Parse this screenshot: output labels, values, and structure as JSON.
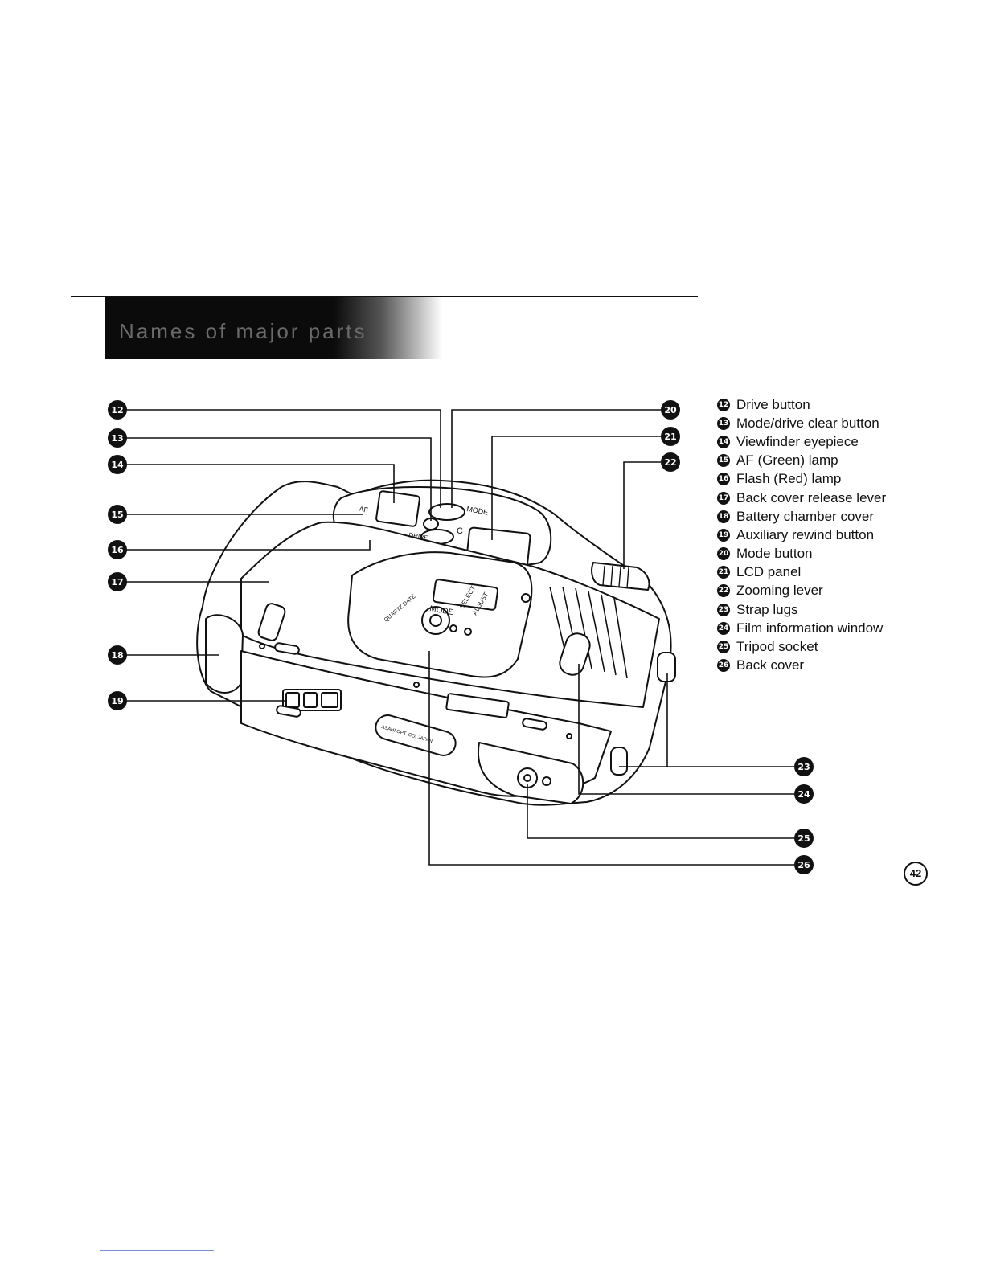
{
  "section_title": "Names of major parts",
  "page_number": "42",
  "parts": [
    {
      "num": "12",
      "label": "Drive button"
    },
    {
      "num": "13",
      "label": "Mode/drive clear button"
    },
    {
      "num": "14",
      "label": "Viewfinder eyepiece"
    },
    {
      "num": "15",
      "label": "AF (Green) lamp"
    },
    {
      "num": "16",
      "label": "Flash (Red) lamp"
    },
    {
      "num": "17",
      "label": "Back cover release lever"
    },
    {
      "num": "18",
      "label": "Battery chamber cover"
    },
    {
      "num": "19",
      "label": "Auxiliary rewind button"
    },
    {
      "num": "20",
      "label": "Mode button"
    },
    {
      "num": "21",
      "label": "LCD panel"
    },
    {
      "num": "22",
      "label": "Zooming lever"
    },
    {
      "num": "23",
      "label": "Strap lugs"
    },
    {
      "num": "24",
      "label": "Film information window"
    },
    {
      "num": "25",
      "label": "Tripod socket"
    },
    {
      "num": "26",
      "label": "Back cover"
    }
  ],
  "camera_markings": {
    "mode": "MODE",
    "drive": "DRIVE",
    "clear": "C",
    "lcd_mode": "MODE",
    "select": "SELECT",
    "adjust": "ADJUST",
    "quartz_date": "QUARTZ DATE",
    "af": "AF",
    "made_in": "ASAHI OPT. CO. JAPAN"
  }
}
